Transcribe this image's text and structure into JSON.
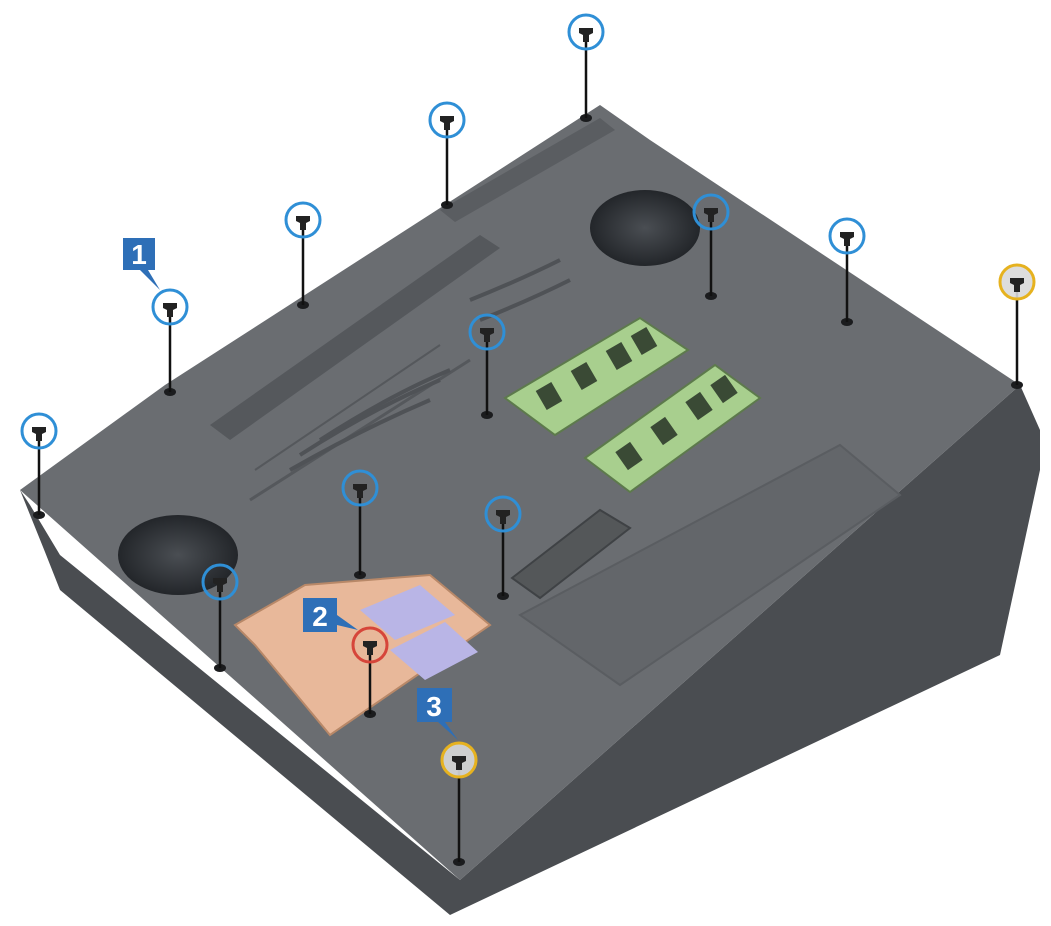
{
  "figure": {
    "callouts": [
      {
        "label": "1",
        "color": "#2e6fb7"
      },
      {
        "label": "2",
        "color": "#2e6fb7"
      },
      {
        "label": "3",
        "color": "#2e6fb7"
      }
    ],
    "ring_colors": {
      "standard_screw": "#2f8fd6",
      "callout_2_screw": "#d6453a",
      "callout_3_screw": "#e6b21f"
    },
    "colors": {
      "chassis_top": "#6a6d71",
      "chassis_side": "#4a4d51",
      "memory_module": "#a8cf8e",
      "copper_plate": "#e8b89a",
      "ribbon_cable": "#b9b5e6",
      "fan": "#2e3135"
    },
    "screw_count": 14
  }
}
